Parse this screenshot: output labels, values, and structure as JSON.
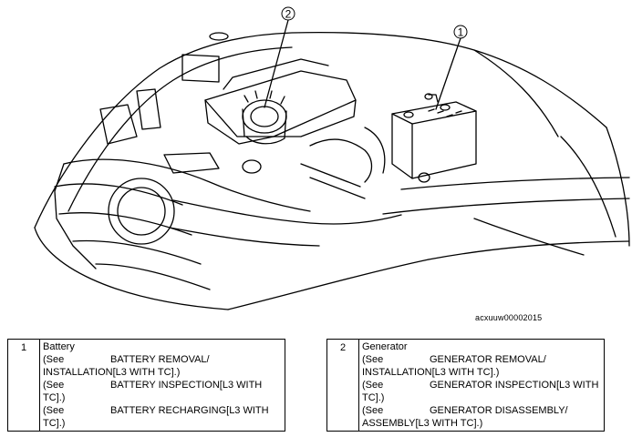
{
  "figure": {
    "callouts": [
      {
        "number": "1"
      },
      {
        "number": "2"
      }
    ],
    "code": "acxuuw00002015"
  },
  "legend": [
    {
      "number": "1",
      "title": "Battery",
      "refs": [
        {
          "see": "(See",
          "text": "BATTERY REMOVAL/",
          "cont": "INSTALLATION[L3 WITH TC].)"
        },
        {
          "see": "(See",
          "text": "BATTERY INSPECTION[L3 WITH",
          "cont": "TC].)"
        },
        {
          "see": "(See",
          "text": "BATTERY RECHARGING[L3 WITH",
          "cont": "TC].)"
        }
      ]
    },
    {
      "number": "2",
      "title": "Generator",
      "refs": [
        {
          "see": "(See",
          "text": "GENERATOR REMOVAL/",
          "cont": "INSTALLATION[L3 WITH TC].)"
        },
        {
          "see": "(See",
          "text": "GENERATOR INSPECTION[L3 WITH",
          "cont": "TC].)"
        },
        {
          "see": "(See",
          "text": "GENERATOR DISASSEMBLY/",
          "cont": "ASSEMBLY[L3 WITH TC].)"
        }
      ]
    }
  ]
}
